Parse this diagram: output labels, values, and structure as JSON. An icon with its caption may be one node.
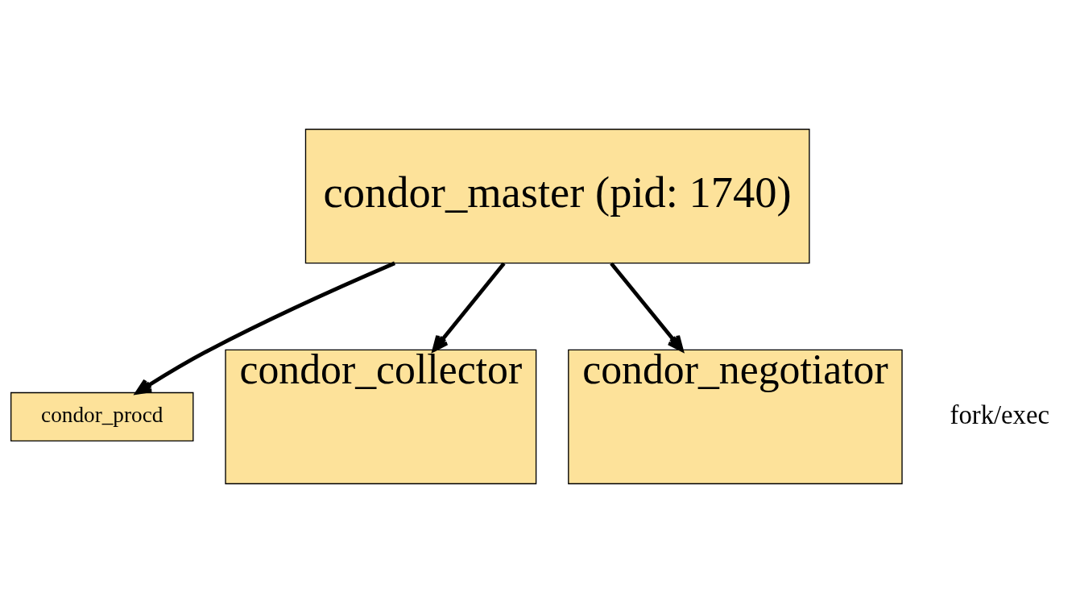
{
  "diagram": {
    "nodes": [
      {
        "text": [
          "condor_master (pid: 1740)"
        ]
      },
      {
        "text": [
          "condor_procd"
        ]
      },
      {
        "text": [
          "condor_collector"
        ]
      },
      {
        "text": [
          "condor_negotiator"
        ]
      }
    ],
    "edges": [
      {
        "from": 0,
        "to": 1,
        "arrow": "to"
      },
      {
        "from": 0,
        "to": 2,
        "arrow": "to"
      },
      {
        "from": 0,
        "to": 3,
        "arrow": "to"
      }
    ],
    "labels": [
      "fork/exec"
    ]
  }
}
